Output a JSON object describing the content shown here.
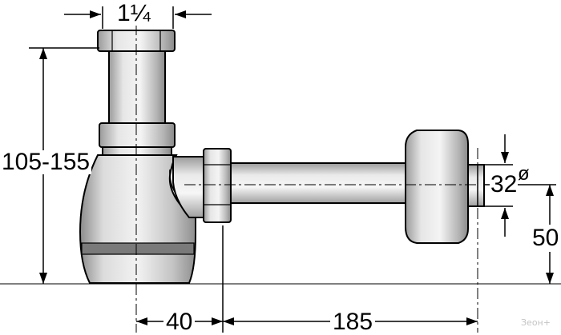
{
  "dimensions": {
    "inlet_thread": "1¼",
    "height_range": "105-155",
    "outlet_diameter": "32",
    "diameter_symbol": "ø",
    "outlet_height": "50",
    "trap_offset": "40",
    "pipe_length": "185"
  },
  "watermark": "Зеон+",
  "colors": {
    "line": "#000000",
    "body_light": "#e4e4e4",
    "body_dark": "#a8a8a8",
    "background": "#ffffff"
  }
}
